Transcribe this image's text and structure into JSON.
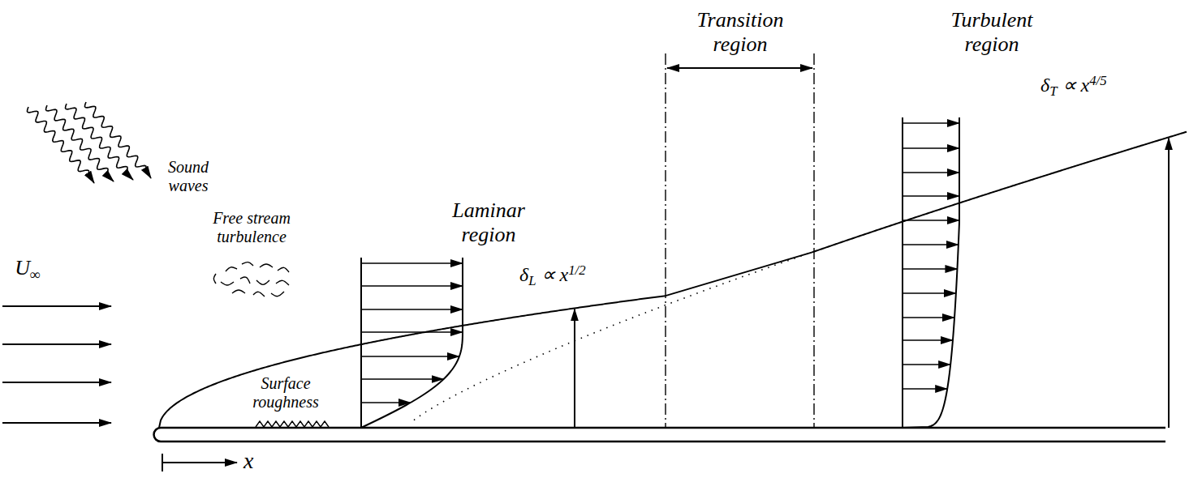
{
  "diagram": {
    "labels": [
      "Sound waves",
      "Free stream turbulence",
      "U∞",
      "Surface roughness",
      "Laminar region",
      "δL ∝ x1/2",
      "Transition region",
      "Turbulent region",
      "δT ∝ x4/5",
      "x"
    ]
  }
}
